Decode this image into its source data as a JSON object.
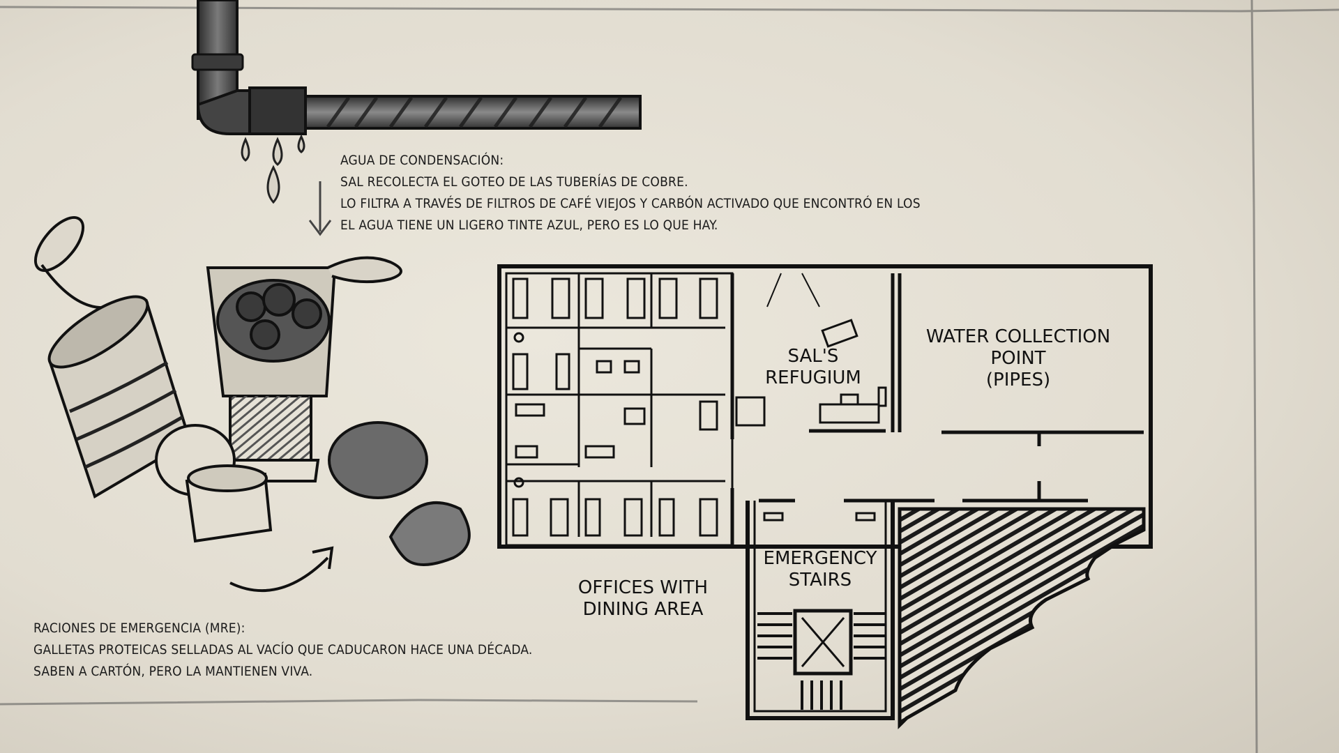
{
  "water_note": {
    "title": "Agua de condensación:",
    "lines": [
      "Sal recolecta el goteo de las tuberías de cobre.",
      "Lo filtra a través de filtros de café viejos y carbón activado que encontró en los",
      "El agua tiene un ligero tinte azul, pero es lo que hay."
    ]
  },
  "ration_note": {
    "title": "Raciones de emergencia (MRE):",
    "lines": [
      "Galletas proteicas selladas al vacío que caducaron hace una década.",
      "Saben a cartón, pero la mantienen viva."
    ]
  },
  "floor_plan": {
    "refugium": [
      "SAL'S",
      "REFUGIUM"
    ],
    "water_point": [
      "WATER COLLECTION",
      "POINT",
      "(PIPES)"
    ],
    "stairs": [
      "EMERGENCY",
      "STAIRS"
    ],
    "offices": [
      "OFFICES WITH",
      "DINING AREA"
    ]
  },
  "colors": {
    "paper": "#e4dfd3",
    "ink": "#1b1b1b",
    "pipe": "#4a4a4a"
  }
}
